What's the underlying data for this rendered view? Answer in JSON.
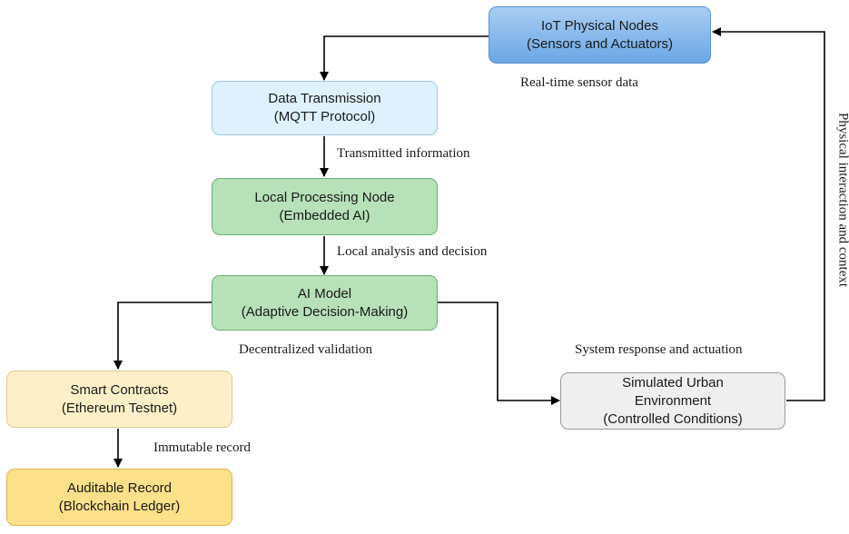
{
  "nodes": {
    "iot": {
      "line1": "IoT Physical Nodes",
      "line2": "(Sensors and Actuators)"
    },
    "transmission": {
      "line1": "Data Transmission",
      "line2": "(MQTT Protocol)"
    },
    "local": {
      "line1": "Local Processing Node",
      "line2": "(Embedded AI)"
    },
    "ai": {
      "line1": "AI Model",
      "line2": "(Adaptive Decision-Making)"
    },
    "contracts": {
      "line1": "Smart Contracts",
      "line2": "(Ethereum Testnet)"
    },
    "record": {
      "line1": "Auditable Record",
      "line2": "(Blockchain Ledger)"
    },
    "urban": {
      "line1": "Simulated Urban",
      "line2": "Environment",
      "line3": "(Controlled Conditions)"
    }
  },
  "edges": {
    "realtime": "Real-time sensor data",
    "transmitted": "Transmitted information",
    "local_analysis": "Local analysis and decision",
    "decentralized": "Decentralized validation",
    "response": "System response and actuation",
    "immutable": "Immutable record",
    "physical": "Physical interaction and context"
  },
  "colors": {
    "iot": "#6aa7e6",
    "transmission": "#def1fc",
    "processing": "#b7e1b8",
    "contracts": "#fdf0c8",
    "record": "#fce08a",
    "urban": "#efefef",
    "arrows": "#000000"
  }
}
